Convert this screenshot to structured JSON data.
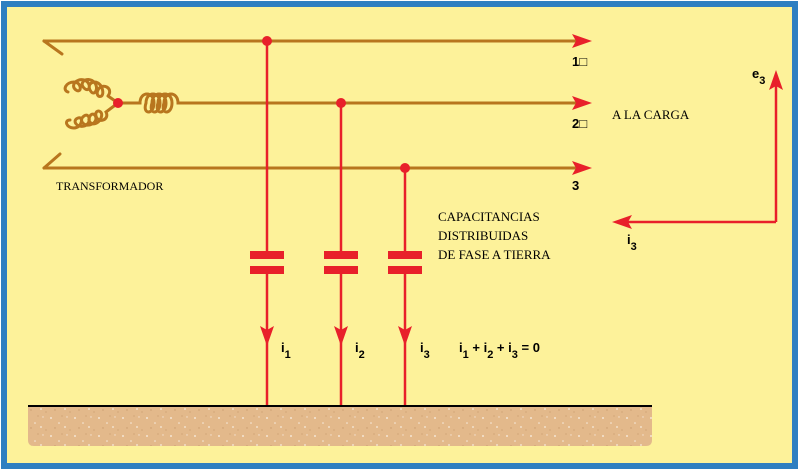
{
  "colors": {
    "background": "#FDF29A",
    "border": "#2F7FC1",
    "conductor": "#B8761E",
    "capacitor": "#E8202A",
    "ground_fill": "#E3B98B",
    "ground_line": "#000000",
    "text": "#000000"
  },
  "labels": {
    "transformer": "TRANSFORMADOR",
    "load": "A LA CARGA",
    "capacitances_line1": "CAPACITANCIAS",
    "capacitances_line2": "DISTRIBUIDAS",
    "capacitances_line3": "DE FASE A TIERRA",
    "phase1": "1□",
    "phase2": "2□",
    "phase3": "3"
  },
  "currents": {
    "i1": {
      "base": "i",
      "sub": "1"
    },
    "i2": {
      "base": "i",
      "sub": "2"
    },
    "i3": {
      "base": "i",
      "sub": "3"
    },
    "sum": {
      "parts": [
        "i",
        "1",
        " + i",
        "2",
        " + i",
        "3",
        " = 0"
      ]
    }
  },
  "vector": {
    "e3": {
      "base": "e",
      "sub": "3"
    },
    "i3": {
      "base": "i",
      "sub": "3"
    }
  }
}
